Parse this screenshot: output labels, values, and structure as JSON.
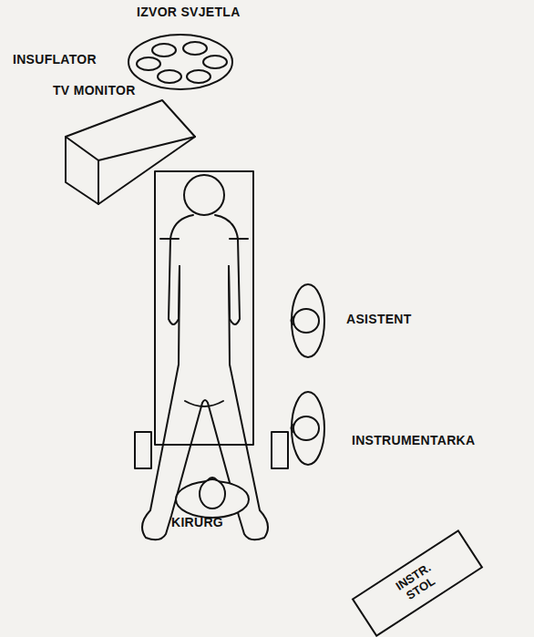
{
  "diagram": {
    "nodes": [
      {
        "text": [
          "INSTR. STOL"
        ]
      }
    ],
    "labels": [
      "IZVOR SVJETLA",
      "INSUFLATOR",
      "TV MONITOR",
      "ASISTENT",
      "INSTRUMENTARKA",
      "KIRURG"
    ]
  }
}
